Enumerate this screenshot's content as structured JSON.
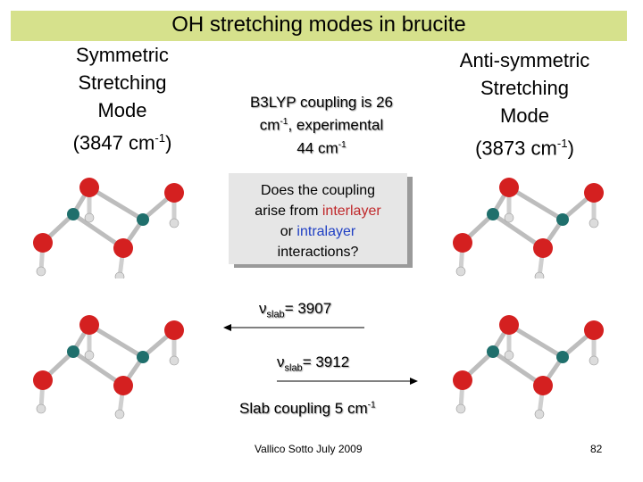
{
  "title": "OH stretching modes in brucite",
  "symmetric": {
    "line1": "Symmetric",
    "line2": "Stretching",
    "line3": "Mode",
    "freq_prefix": "(3847 cm",
    "freq_sup": "-1",
    "freq_suffix": ")"
  },
  "antisymmetric": {
    "line1": "Anti-symmetric",
    "line2": "Stretching",
    "line3": "Mode",
    "freq_prefix": "(3873 cm",
    "freq_sup": "-1",
    "freq_suffix": ")"
  },
  "b3lyp": {
    "part1": "B3LYP coupling is 26",
    "part2": "cm",
    "sup1": "-1",
    "part3": ", experimental",
    "part4": "44 cm",
    "sup2": "-1"
  },
  "question": {
    "line1": "Does the coupling",
    "line2a": "arise from ",
    "interlayer": "interlayer",
    "line3a": "or ",
    "intralayer": "intralayer",
    "line4": "interactions?"
  },
  "nu_slab_1": {
    "symbol": "ν",
    "sub": "slab",
    "value": "= 3907"
  },
  "nu_slab_2": {
    "symbol": "ν",
    "sub": "slab",
    "value": "= 3912"
  },
  "slab_coupling": {
    "text": "Slab coupling 5 cm",
    "sup": "-1"
  },
  "footer": "Vallico Sotto  July 2009",
  "page_number": "82",
  "colors": {
    "title_bar": "#d6e18c",
    "oxygen": "#d42020",
    "magnesium": "#1f6f6c",
    "hydrogen": "#dcdcdc",
    "interlayer": "#c0282b",
    "intralayer": "#1f3fc4"
  }
}
